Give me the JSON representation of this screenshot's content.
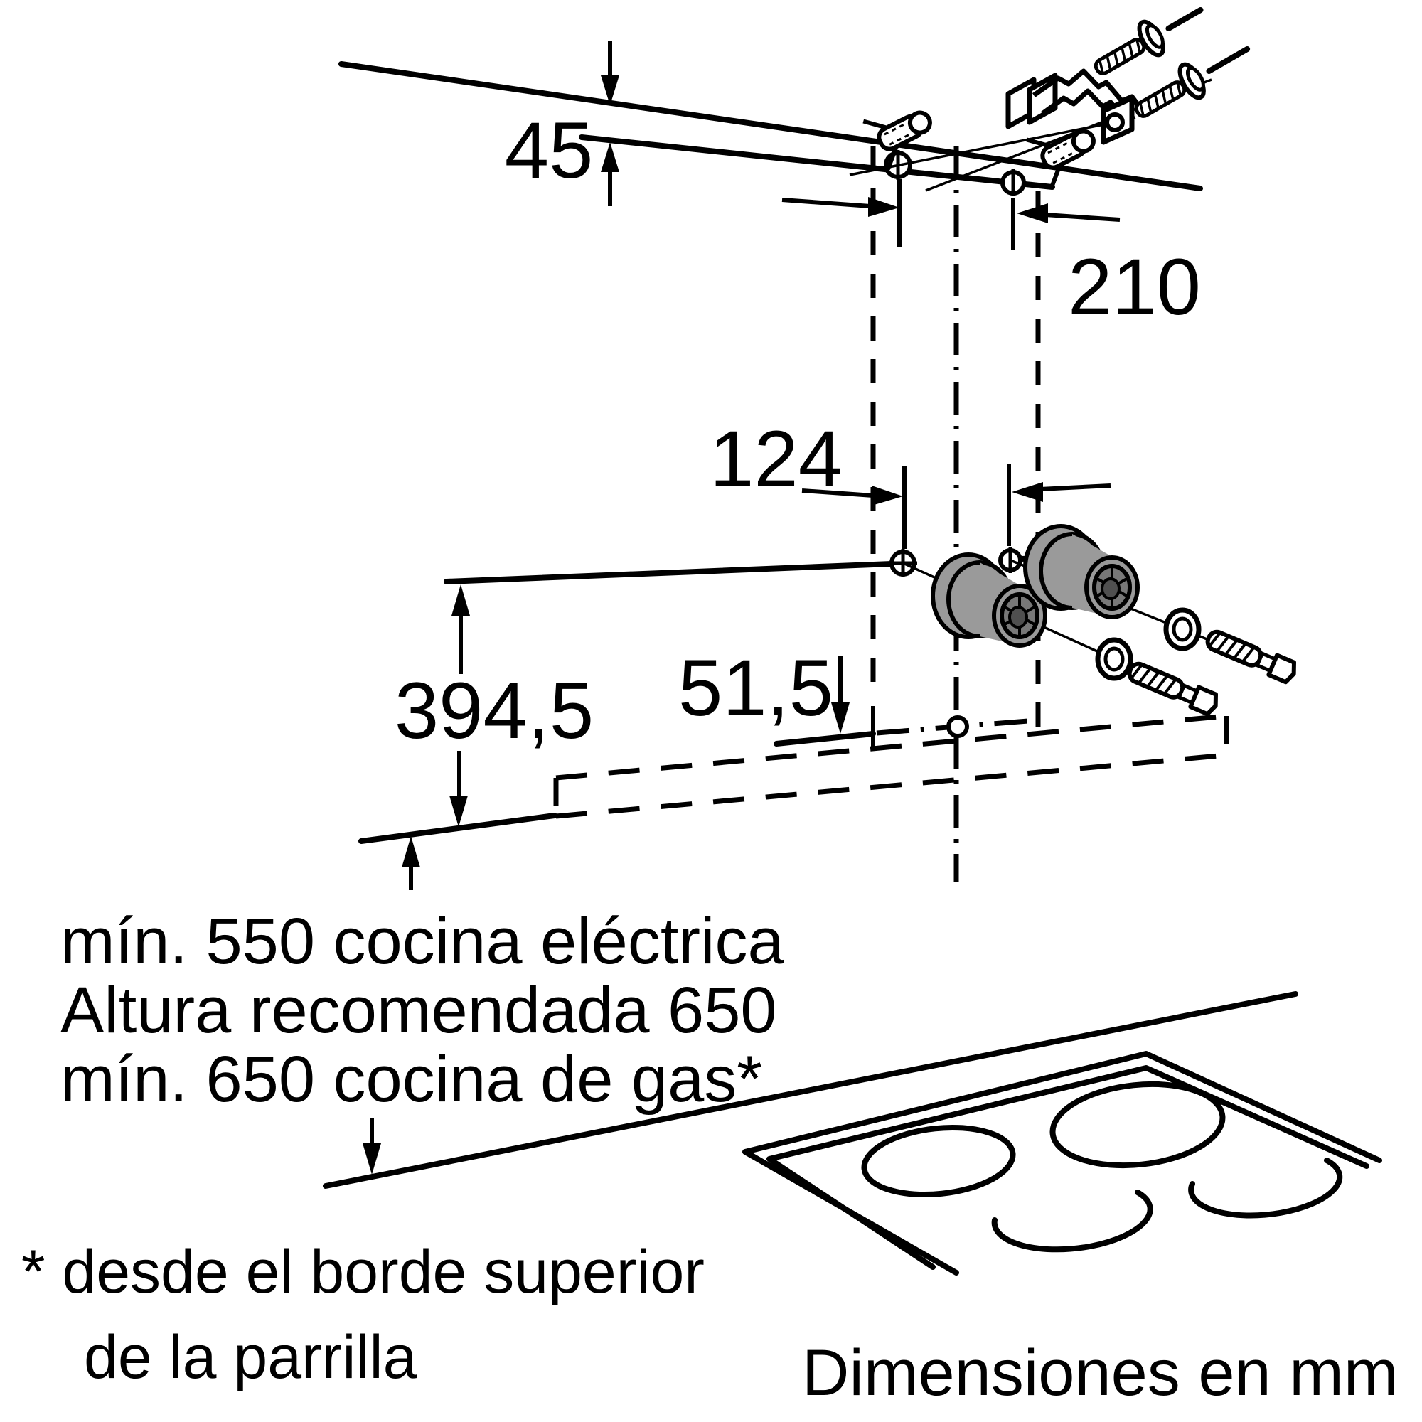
{
  "diagram": {
    "type": "installation-drawing",
    "product": "wall-mounted cooker hood mounting diagram",
    "units_note": "Dimensiones en mm",
    "dims": {
      "wall_top_offset": "45",
      "upper_hole_spacing": "210",
      "lower_hole_spacing": "124",
      "body_height": "394,5",
      "outlet_offset": "51,5"
    },
    "clearance": {
      "line1": "mín. 550 cocina eléctrica",
      "line2": "Altura recomendada 650",
      "line3": "mín. 650 cocina de gas*"
    },
    "footnote": {
      "line1": "* desde el borde superior",
      "line2": "de la parrilla"
    },
    "colors": {
      "line": "#000000",
      "background": "#ffffff",
      "spacer_fill": "#9a9a9a",
      "spacer_mid": "#787878",
      "spacer_dark": "#4f4f4f"
    }
  }
}
